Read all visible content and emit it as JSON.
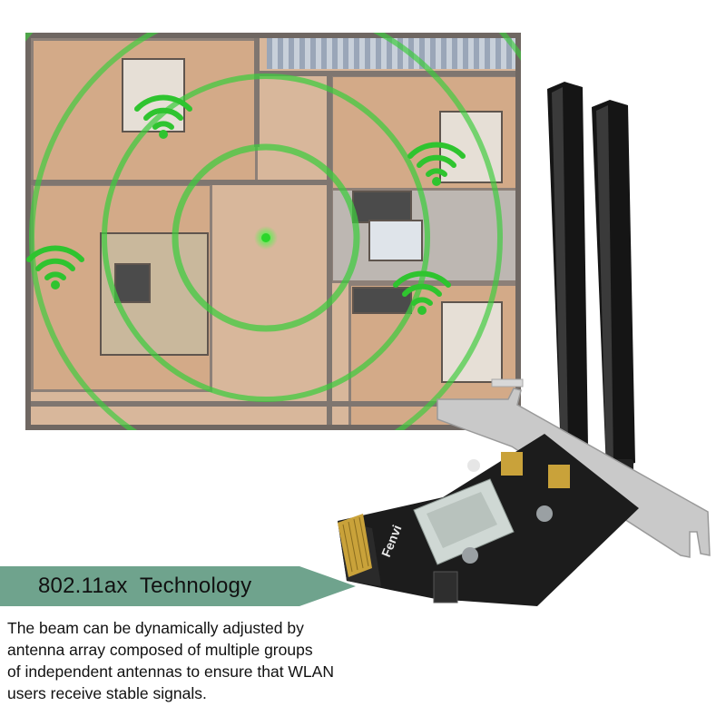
{
  "banner": {
    "title": "802.11ax  Technology",
    "color": "#6fa38d"
  },
  "description": {
    "lines": [
      "The beam can be dynamically adjusted by",
      "antenna array composed of multiple groups",
      "of independent antennas to ensure that WLAN",
      "users receive stable signals."
    ]
  },
  "product": {
    "brand_text": "Fenvi"
  },
  "colors": {
    "signal_green": "#3dcc3d",
    "antenna_black": "#1a1a1a",
    "board_black": "#1c1c1c",
    "bracket_silver": "#c9c9c9",
    "gold_connector": "#c9a23a"
  },
  "icons": [
    "wifi-signal-icon"
  ]
}
